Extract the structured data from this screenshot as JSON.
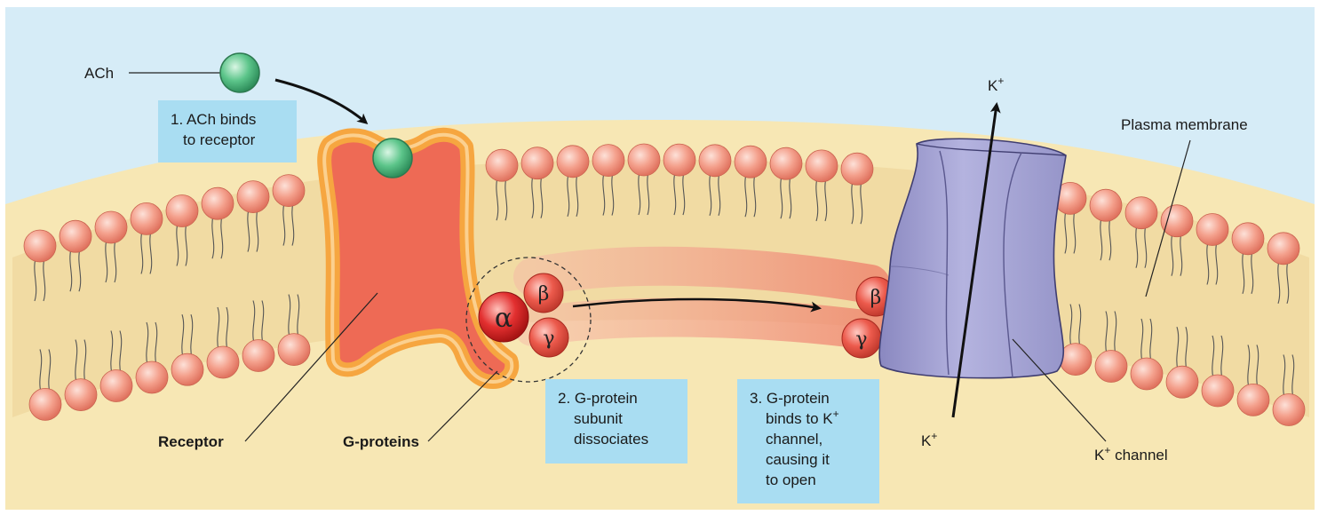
{
  "labels": {
    "ach": "ACh",
    "kplus_top": "K",
    "kplus_top_sup": "+",
    "plasma_membrane": "Plasma membrane",
    "receptor": "Receptor",
    "g_proteins": "G-proteins",
    "kplus_bottom": "K",
    "kplus_bottom_sup": "+",
    "k_channel": "K",
    "k_channel_sup": "+",
    "k_channel_rest": " channel"
  },
  "greek": {
    "alpha": "α",
    "beta": "β",
    "gamma": "γ"
  },
  "steps": {
    "step1": [
      "1. ACh binds",
      "to receptor"
    ],
    "step2": [
      "2. G-protein",
      "subunit",
      "dissociates"
    ],
    "step3_line1": "3. G-protein",
    "step3_line2a": "binds to K",
    "step3_line2sup": "+",
    "step3_line3": "channel,",
    "step3_line4": "causing it",
    "step3_line5": "to open"
  },
  "colors": {
    "sky": "#d6ecf7",
    "cytoplasm": "#f7e7b4",
    "membrane_core": "#f2dca0",
    "lipid_head": "#f29a86",
    "receptor_body": "#ee6a55",
    "receptor_rim": "#f6a640",
    "ach_ligand": "#5cc58a",
    "g_alpha": "#e33030",
    "g_subunit": "#ec5a4c",
    "channel": "#a6a5d3",
    "channel_dark": "#7e7cb6",
    "callout_box": "#a9ddf2"
  }
}
